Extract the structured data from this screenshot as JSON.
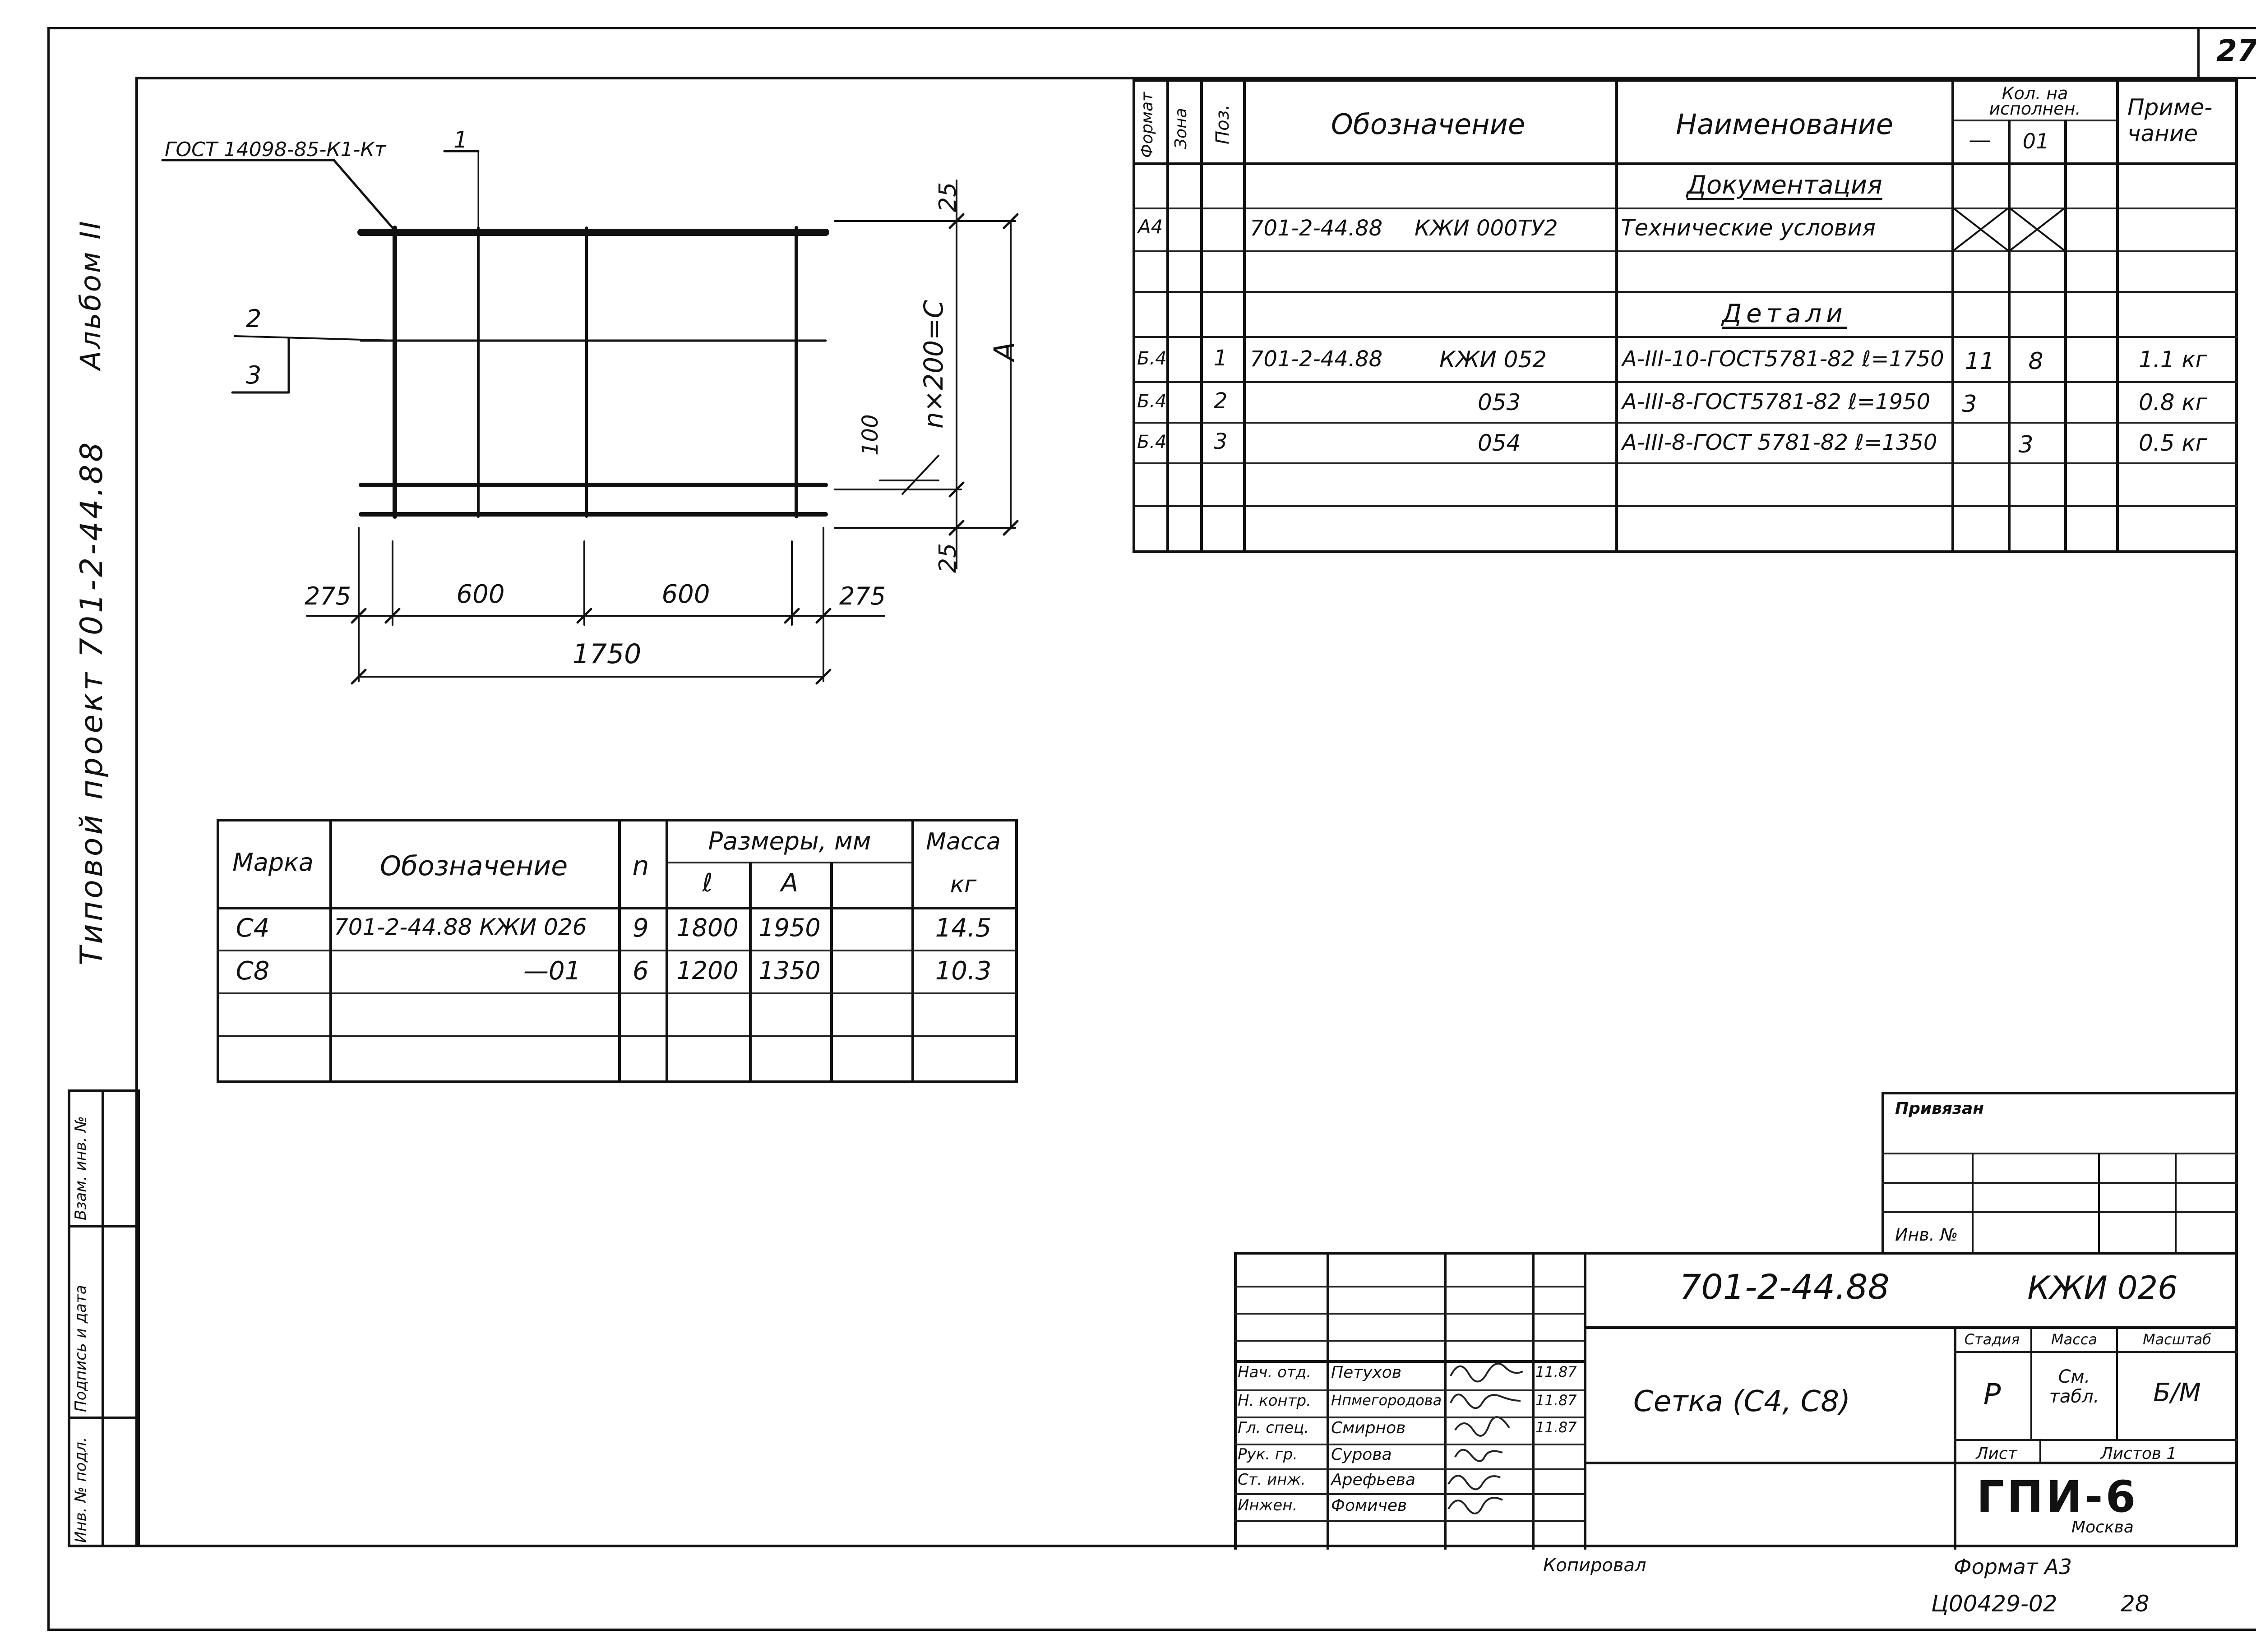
{
  "sheet": {
    "number": "27",
    "copied_by": "Копировал",
    "format": "Формат А3",
    "archive_code": "Ц00429-02",
    "archive_page": "28",
    "side_title": "Типовой проект 701-2-44.88",
    "album": "Альбом II"
  },
  "drawing": {
    "gost_label": "ГОСТ 14098-85-К1-Кт",
    "callout_1": "1",
    "callout_2": "2",
    "callout_3": "3",
    "dim_25_top": "25",
    "dim_25_bottom": "25",
    "dim_n200": "n×200=С",
    "dim_A": "А",
    "dim_100": "100",
    "dim_275_left": "275",
    "dim_600_a": "600",
    "dim_600_b": "600",
    "dim_275_right": "275",
    "dim_1750": "1750"
  },
  "spec": {
    "headers": {
      "format": "Формат",
      "zone": "Зона",
      "pos": "Поз.",
      "designation": "Обозначение",
      "name": "Наименование",
      "qty": "Кол. на исполнен.",
      "qty_dash": "—",
      "qty_01": "01",
      "note": "Приме-чание"
    },
    "section_docs": "Документация",
    "doc_row": {
      "format": "А4",
      "designation": "701-2-44.88",
      "code": "КЖИ 000ТУ2",
      "name": "Технические условия"
    },
    "section_parts": "Детали",
    "rows": [
      {
        "format": "Б.4",
        "pos": "1",
        "designation": "701-2-44.88",
        "code": "КЖИ 052",
        "name": "А-III-10-ГОСТ5781-82 ℓ=1750",
        "q1": "11",
        "q2": "8",
        "note": "1.1 кг"
      },
      {
        "format": "Б.4",
        "pos": "2",
        "designation": "",
        "code": "053",
        "name": "А-III-8-ГОСТ5781-82 ℓ=1950",
        "q1": "3",
        "q2": "",
        "note": "0.8 кг"
      },
      {
        "format": "Б.4",
        "pos": "3",
        "designation": "",
        "code": "054",
        "name": "А-III-8-ГОСТ 5781-82 ℓ=1350",
        "q1": "",
        "q2": "3",
        "note": "0.5 кг"
      }
    ]
  },
  "marks": {
    "headers": {
      "mark": "Марка",
      "designation": "Обозначение",
      "n": "n",
      "sizes": "Размеры, мм",
      "l": "ℓ",
      "a": "А",
      "mass": "Масса",
      "mass_unit": "кг"
    },
    "rows": [
      {
        "mark": "С4",
        "designation": "701-2-44.88 КЖИ  026",
        "n": "9",
        "l": "1800",
        "a": "1950",
        "mass": "14.5"
      },
      {
        "mark": "С8",
        "designation": "—01",
        "n": "6",
        "l": "1200",
        "a": "1350",
        "mass": "10.3"
      }
    ]
  },
  "stamp": {
    "privyazan": "Привязан",
    "inv_no": "Инв. №",
    "code": "701-2-44.88",
    "doc": "КЖИ 026",
    "title": "Сетка (С4, С8)",
    "stage_label": "Стадия",
    "mass_label": "Масса",
    "scale_label": "Масштаб",
    "stage": "Р",
    "mass": "См. табл.",
    "scale": "Б/М",
    "sheet_label": "Лист",
    "sheets_label": "Листов 1",
    "org": "ГПИ-6",
    "city": "Москва",
    "people": [
      {
        "role": "Нач. отд.",
        "name": "Петухов",
        "date": "11.87"
      },
      {
        "role": "Н. контр.",
        "name": "Нпмегородова",
        "date": "11.87"
      },
      {
        "role": "Гл. спец.",
        "name": "Смирнов",
        "date": "11.87"
      },
      {
        "role": "Рук. гр.",
        "name": "Сурова",
        "date": ""
      },
      {
        "role": "Ст. инж.",
        "name": "Арефьева",
        "date": ""
      },
      {
        "role": "Инжен.",
        "name": "Фомичев",
        "date": ""
      }
    ]
  },
  "left_strip": {
    "inv_podl": "Инв. № подл.",
    "podpis": "Подпись и дата",
    "vzam": "Взам. инв. №"
  }
}
